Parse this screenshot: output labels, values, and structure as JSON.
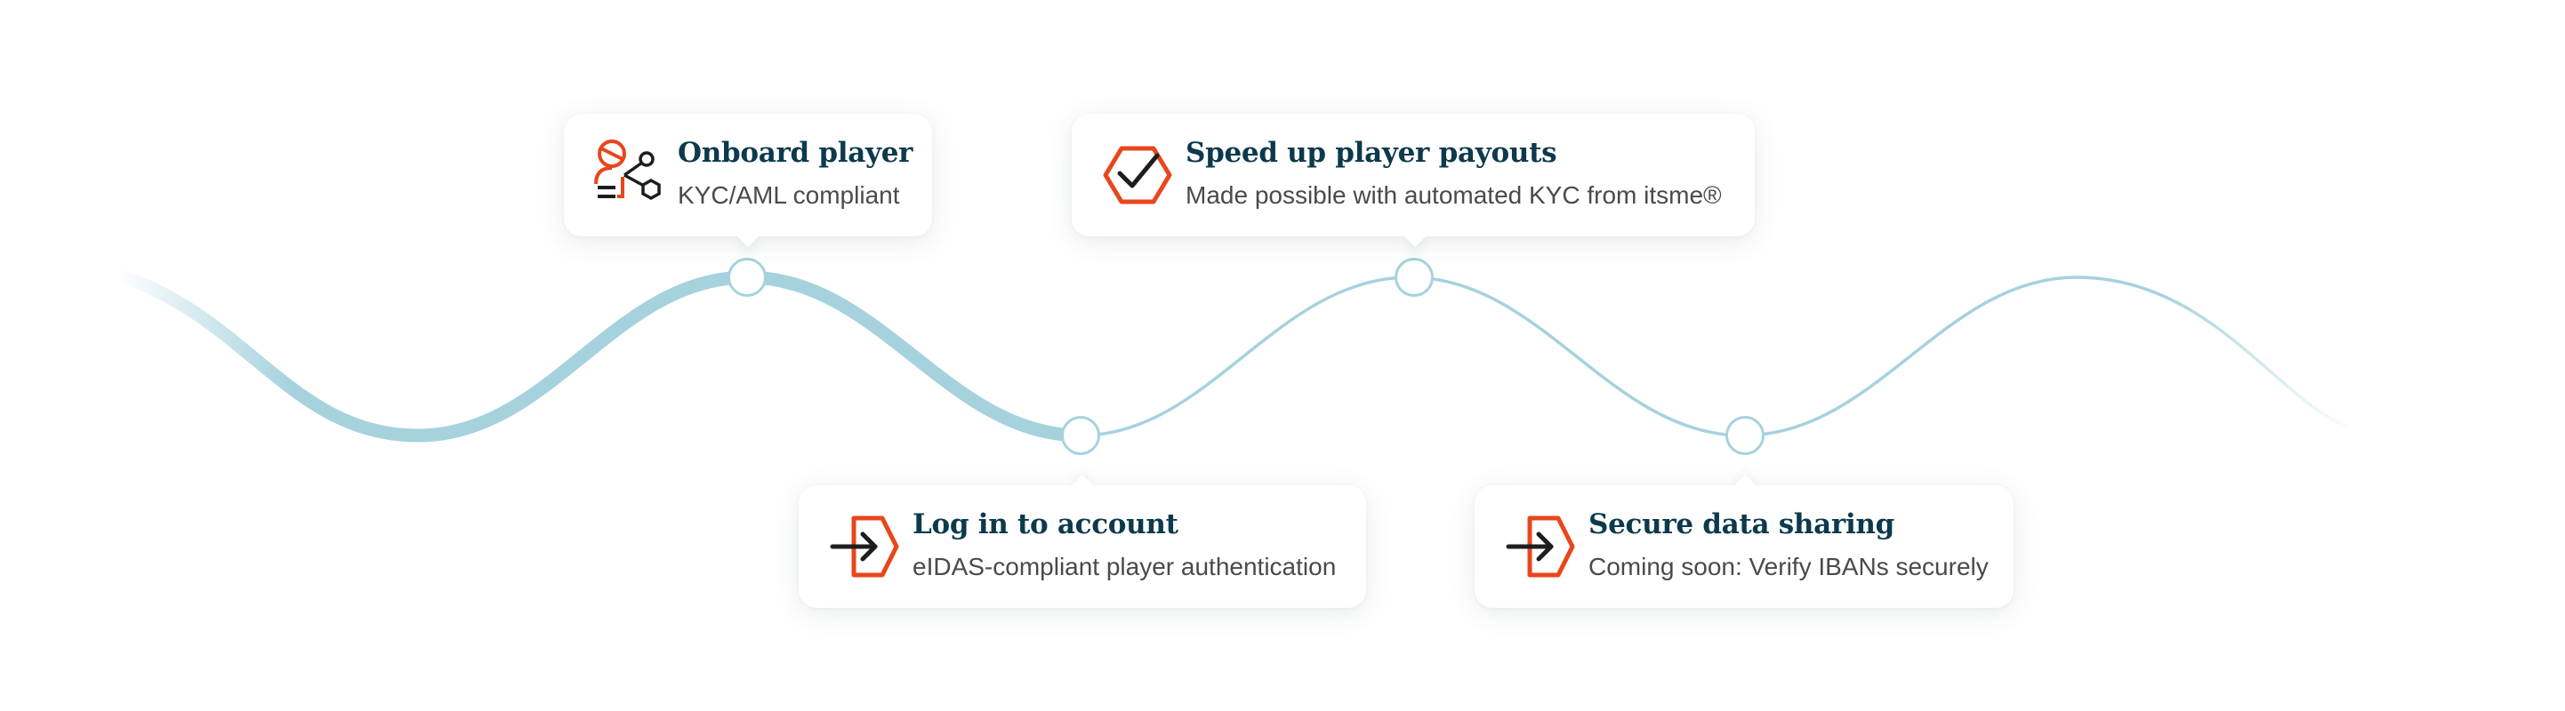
{
  "colors": {
    "wave": "#a6d2de",
    "wave_fade": "#e7f3f6",
    "title": "#0c3a4c",
    "subtitle": "#4a4a4a",
    "accent": "#e8461c",
    "icon_dark": "#1d1d1d"
  },
  "steps": [
    {
      "title": "Onboard player",
      "subtitle": "KYC/AML compliant",
      "icon": "player-onboarding-icon"
    },
    {
      "title": "Log in to account",
      "subtitle": "eIDAS-compliant player authentication",
      "icon": "login-arrow-icon"
    },
    {
      "title": "Speed up player payouts",
      "subtitle": "Made possible with automated KYC from itsme®",
      "icon": "checkmark-icon"
    },
    {
      "title": "Secure data sharing",
      "subtitle": "Coming soon: Verify IBANs securely",
      "icon": "login-arrow-icon"
    }
  ]
}
